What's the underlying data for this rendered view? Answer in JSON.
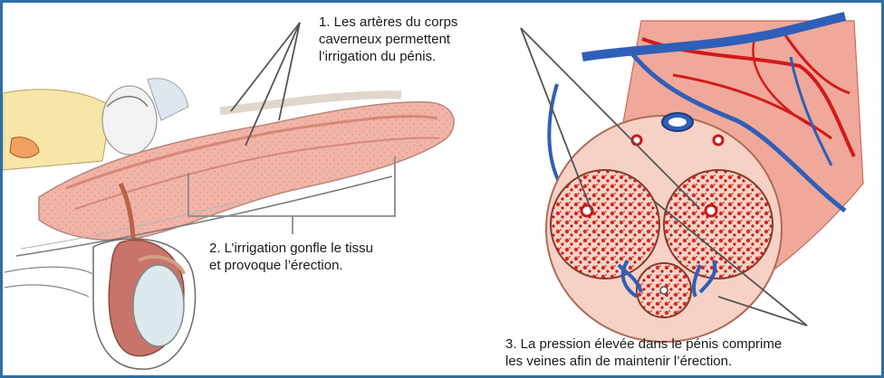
{
  "labels": {
    "artery_note": "1. Les artères du corps\ncaverneux permettent\nl’irrigation du pénis.",
    "swelling_note": "2. L’irrigation gonfle le tissu\net provoque l’érection.",
    "pressure_note": "3. La pression élevée dans le pénis comprime\nles veines afin de maintenir l’érection."
  },
  "colors": {
    "frame_border": "#2f6fa5",
    "tissue": "#f1b4a8",
    "artery_red": "#d61e1e",
    "vein_blue": "#2f5fb8"
  }
}
